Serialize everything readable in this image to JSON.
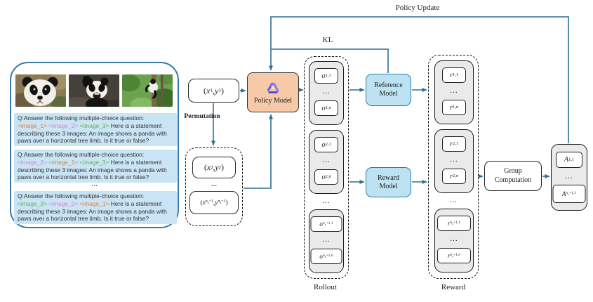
{
  "panel": {
    "images": [
      "panda-face-closeup",
      "panda-waving",
      "panda-climbing-tree"
    ],
    "ellipsis": "...",
    "questions": [
      {
        "prefix": "Q:Answer the following multiple-choice question:",
        "tags": [
          "<image_1>",
          "<image_2>",
          "<image_3>"
        ],
        "rest": "Here is a statement describing these 3 images: An image shows a panda with paws over a horizontal tree limb. Is it true or false?"
      },
      {
        "prefix": "Q:Answer the following multiple-choice question:",
        "tags": [
          "<image_2>",
          "<image_1>",
          "<image_3>"
        ],
        "rest": "Here is a statement describing these 3 images: An image shows a panda with paws over a horizontal tree limb. Is it true or false?"
      },
      {
        "prefix": "Q:Answer the following multiple-choice question:",
        "tags": [
          "<image_3>",
          "<image_2>",
          "<image_1>"
        ],
        "rest": "Here is a statement describing these 3 images: An image shows a panda with paws over a horizontal tree limb. Is it true or false?"
      }
    ]
  },
  "flow": {
    "policy_update": "Policy Update",
    "kl": "KL",
    "permutation": "Permutation",
    "rollout_label": "Rollout",
    "reward_label": "Reward",
    "policy_model": "Policy Model",
    "reference_model": "Reference Model",
    "reward_model": "Reward Model",
    "group_computation": "Group Computation"
  },
  "math": {
    "dots": "...",
    "x1y1": "(<i>x</i><sub>1</sub>, <i>y</i><sub>1</sub>)",
    "x2y2": "(<i>x</i><sub>2</sub>, <i>y</i><sub>2</sub>)",
    "xnyn": "(<i>x</i><sub><i>n<sub>s</sub></i>+1</sub>, <i>y</i><sub><i>n<sub>s</sub></i>+1</sub>)",
    "o11": "<i>o</i><sub>1,1</sub>",
    "o1n": "<i>o</i><sub>1,<i>n</i></sub>",
    "o21": "<i>o</i><sub>2,1</sub>",
    "o2n": "<i>o</i><sub>2,<i>n</i></sub>",
    "on1": "<i>o</i><sub><i>n<sub>s</sub></i>+1,1</sub>",
    "onn": "<i>o</i><sub><i>n<sub>s</sub></i>+1,<i>n</i></sub>",
    "r11": "<i>r</i><sub>1,1</sub>",
    "r1n": "<i>r</i><sub>1,<i>n</i></sub>",
    "r21": "<i>r</i><sub>2,1</sub>",
    "r2n": "<i>r</i><sub>2,<i>n</i></sub>",
    "rn1": "<i>r</i><sub><i>n<sub>s</sub></i>+1,1</sub>",
    "rnn": "<i>r</i><sub><i>n<sub>s</sub></i>+1,<i>n</i></sub>",
    "a11": "<i>A</i><sub>1,1</sub>",
    "an1": "<i>A</i><sub><i>n<sub>s</sub></i>+1,1</sub>"
  },
  "colors": {
    "wire": "#2F6F8F",
    "policy_fill": "#F6C9A8",
    "model_fill": "#BDE2F4",
    "model_border": "#2F7FA6",
    "group_fill": "#EAEAEA",
    "panel_border": "#3579A8",
    "question_bg": "#C9E4F4",
    "tag_orange": "#ED7D31",
    "tag_pink": "#E37FD2",
    "tag_green": "#6FAF46"
  }
}
